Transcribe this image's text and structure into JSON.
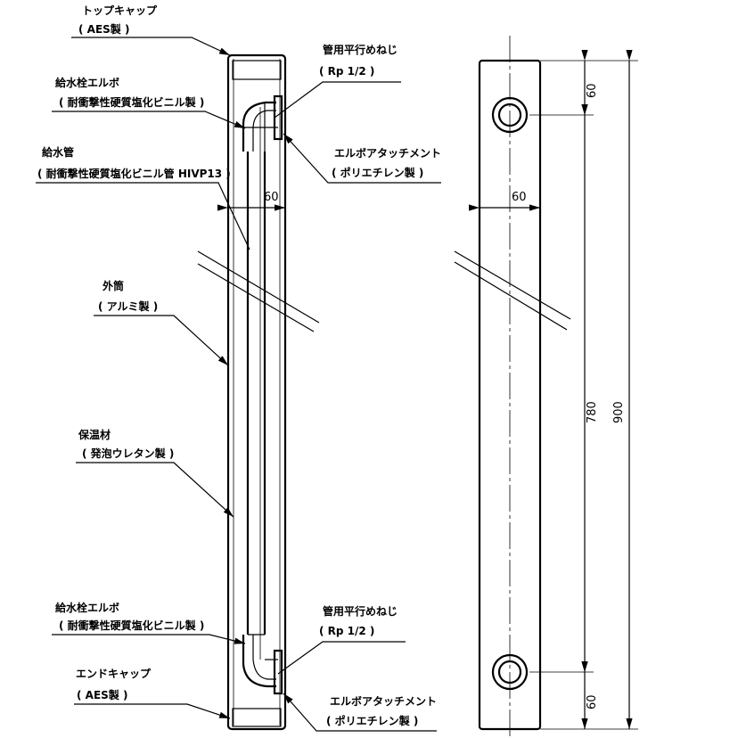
{
  "labels": {
    "top_cap": {
      "name": "トップキャップ",
      "material": "( AES製 )"
    },
    "elbow_top": {
      "name": "給水栓エルボ",
      "material": "( 耐衝撃性硬質塩化ビニル製 )"
    },
    "supply_pipe": {
      "name": "給水管",
      "material": "( 耐衝撃性硬質塩化ビニル管 HIVP13 )"
    },
    "outer_tube": {
      "name": "外筒",
      "material": "( アルミ製 )"
    },
    "insulation": {
      "name": "保温材",
      "material": "( 発泡ウレタン製 )"
    },
    "elbow_bottom": {
      "name": "給水栓エルボ",
      "material": "( 耐衝撃性硬質塩化ビニル製 )"
    },
    "end_cap": {
      "name": "エンドキャップ",
      "material": "( AES製 )"
    },
    "thread_top": {
      "name": "管用平行めねじ",
      "material": "( Rp 1/2 )"
    },
    "attachment_top": {
      "name": "エルボアタッチメント",
      "material": "( ポリエチレン製 )"
    },
    "thread_bottom": {
      "name": "管用平行めねじ",
      "material": "( Rp 1/2 )"
    },
    "attachment_bottom": {
      "name": "エルボアタッチメント",
      "material": "( ポリエチレン製 )"
    }
  },
  "dimensions": {
    "width_section": "60",
    "width_front": "60",
    "top_offset": "60",
    "hole_spacing": "780",
    "total_height": "900",
    "bottom_offset": "60"
  }
}
